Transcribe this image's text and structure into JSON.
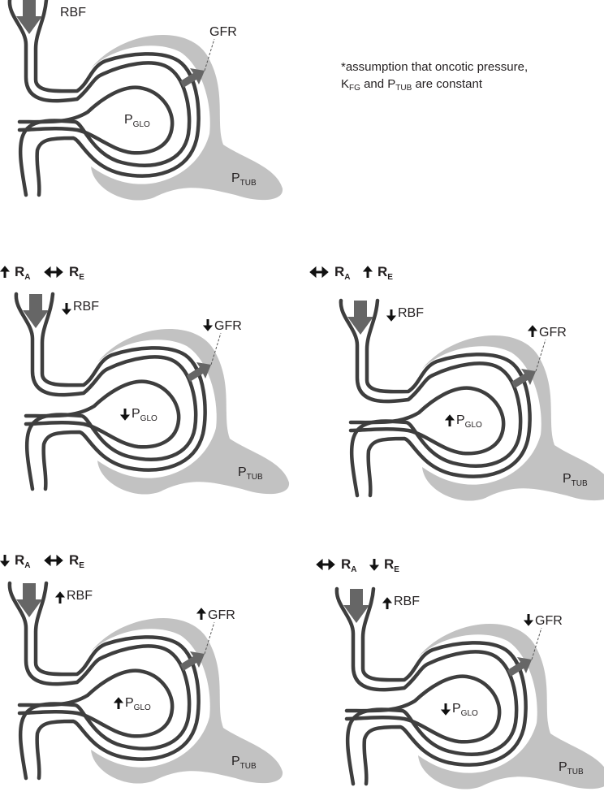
{
  "note": {
    "line1": "*assumption that oncotic pressure,",
    "k_main": "K",
    "k_sub": "FG",
    "mid": " and P",
    "ptub_sub": "TUB",
    "end": " are constant"
  },
  "labels": {
    "rbf": "RBF",
    "gfr": "GFR",
    "p": "P",
    "glo_sub": "GLO",
    "tub_sub": "TUB",
    "r": "R",
    "ra_sub": "A",
    "re_sub": "E"
  },
  "panels": [
    {
      "id": "baseline",
      "ra": "",
      "re": "",
      "rbf": "",
      "gfr": "",
      "pglo": ""
    },
    {
      "id": "afferent-constriction",
      "ra": "up",
      "re": "both",
      "rbf": "down",
      "gfr": "down",
      "pglo": "down"
    },
    {
      "id": "efferent-constriction",
      "ra": "both",
      "re": "up",
      "rbf": "down",
      "gfr": "up",
      "pglo": "up"
    },
    {
      "id": "afferent-dilation",
      "ra": "down",
      "re": "both",
      "rbf": "up",
      "gfr": "up",
      "pglo": "up"
    },
    {
      "id": "efferent-dilation",
      "ra": "both",
      "re": "down",
      "rbf": "up",
      "gfr": "down",
      "pglo": "down"
    }
  ],
  "colors": {
    "capsule": "#c2c2c2",
    "vessel": "#3e3e3e",
    "arrow": "#666666",
    "text": "#231f20"
  }
}
